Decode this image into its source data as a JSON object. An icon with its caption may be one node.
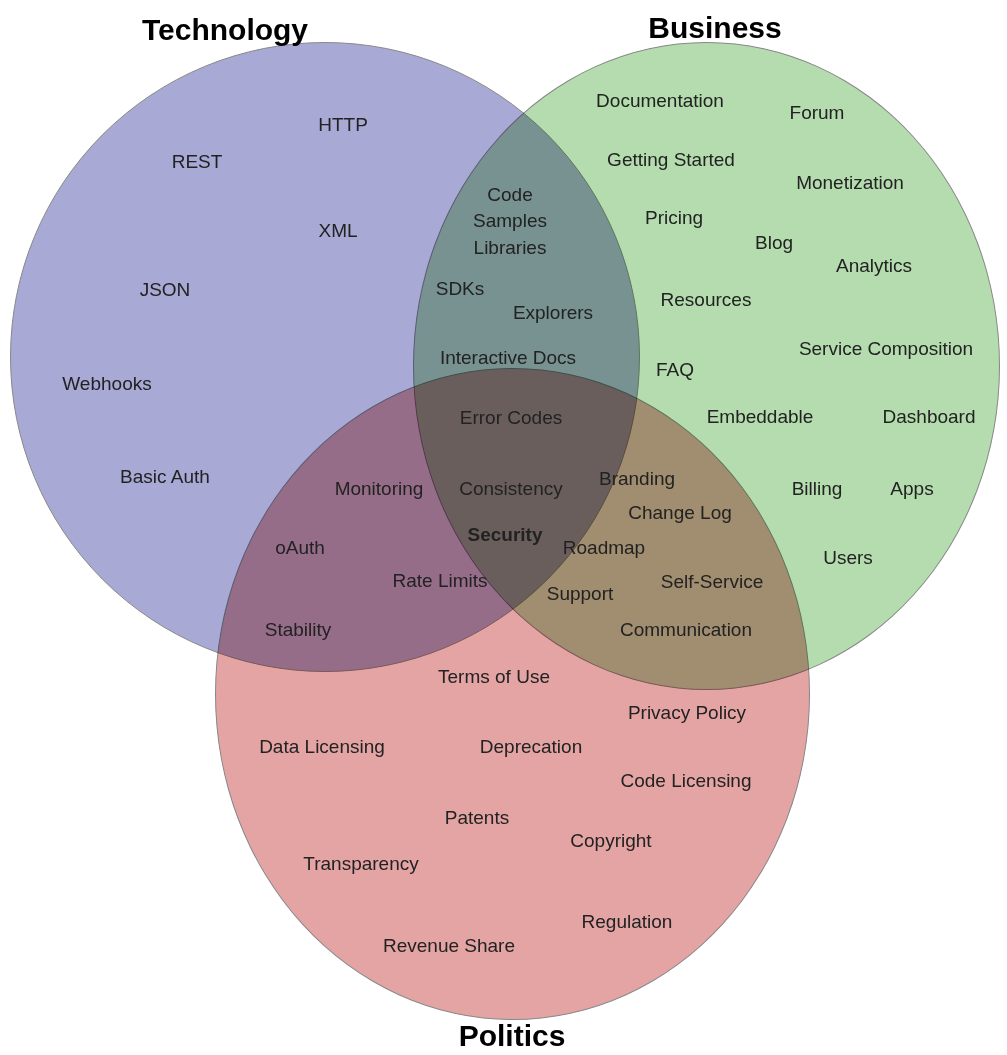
{
  "diagram": {
    "nodes": [
      {
        "text": [
          "Technology"
        ]
      },
      {
        "text": [
          "Business"
        ]
      },
      {
        "text": [
          "Politics"
        ]
      }
    ],
    "labels": [
      "Documentation",
      "Forum",
      "HTTP",
      "REST",
      "Getting Started",
      "Monetization",
      "Code Samples",
      "Pricing",
      "XML",
      "Libraries",
      "Blog",
      "Analytics",
      "JSON",
      "SDKs",
      "Resources",
      "Explorers",
      "Interactive Docs",
      "Service Composition",
      "FAQ",
      "Webhooks",
      "Error Codes",
      "Embeddable",
      "Dashboard",
      "Basic Auth",
      "Branding",
      "Monitoring",
      "Consistency",
      "Billing",
      "Apps",
      "Change Log",
      "Security",
      "oAuth",
      "Roadmap",
      "Users",
      "Rate Limits",
      "Self-Service",
      "Support",
      "Stability",
      "Communication",
      "Terms of Use",
      "Privacy Policy",
      "Data Licensing",
      "Deprecation",
      "Code Licensing",
      "Patents",
      "Copyright",
      "Transparency",
      "Regulation",
      "Revenue Share"
    ]
  }
}
